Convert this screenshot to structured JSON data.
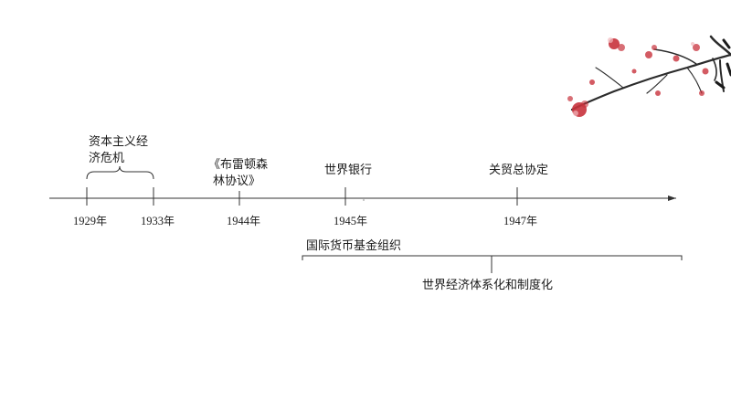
{
  "timeline": {
    "years": [
      {
        "id": "1929",
        "year": "1929",
        "unit": "年"
      },
      {
        "id": "1933",
        "year": "1933",
        "unit": "年"
      },
      {
        "id": "1944",
        "year": "1944",
        "unit": "年"
      },
      {
        "id": "1945",
        "year": "1945",
        "unit": "年"
      },
      {
        "id": "1947",
        "year": "1947",
        "unit": "年"
      }
    ],
    "events": {
      "crisis_line1": "资本主义经",
      "crisis_line2": "济危机",
      "bretton_line1": "《布雷顿森",
      "bretton_line2": "林协议》",
      "world_bank": "世界银行",
      "gatt": "关贸总协定",
      "imf": "国际货币基金组织",
      "systemization": "世界经济体系化和制度化"
    }
  },
  "colors": {
    "line": "#333333",
    "text": "#1a1a1a",
    "blossom": "#c8323c",
    "branch": "#2b2b2b"
  },
  "decoration": {
    "icon": "plum-blossom-branch-icon"
  }
}
